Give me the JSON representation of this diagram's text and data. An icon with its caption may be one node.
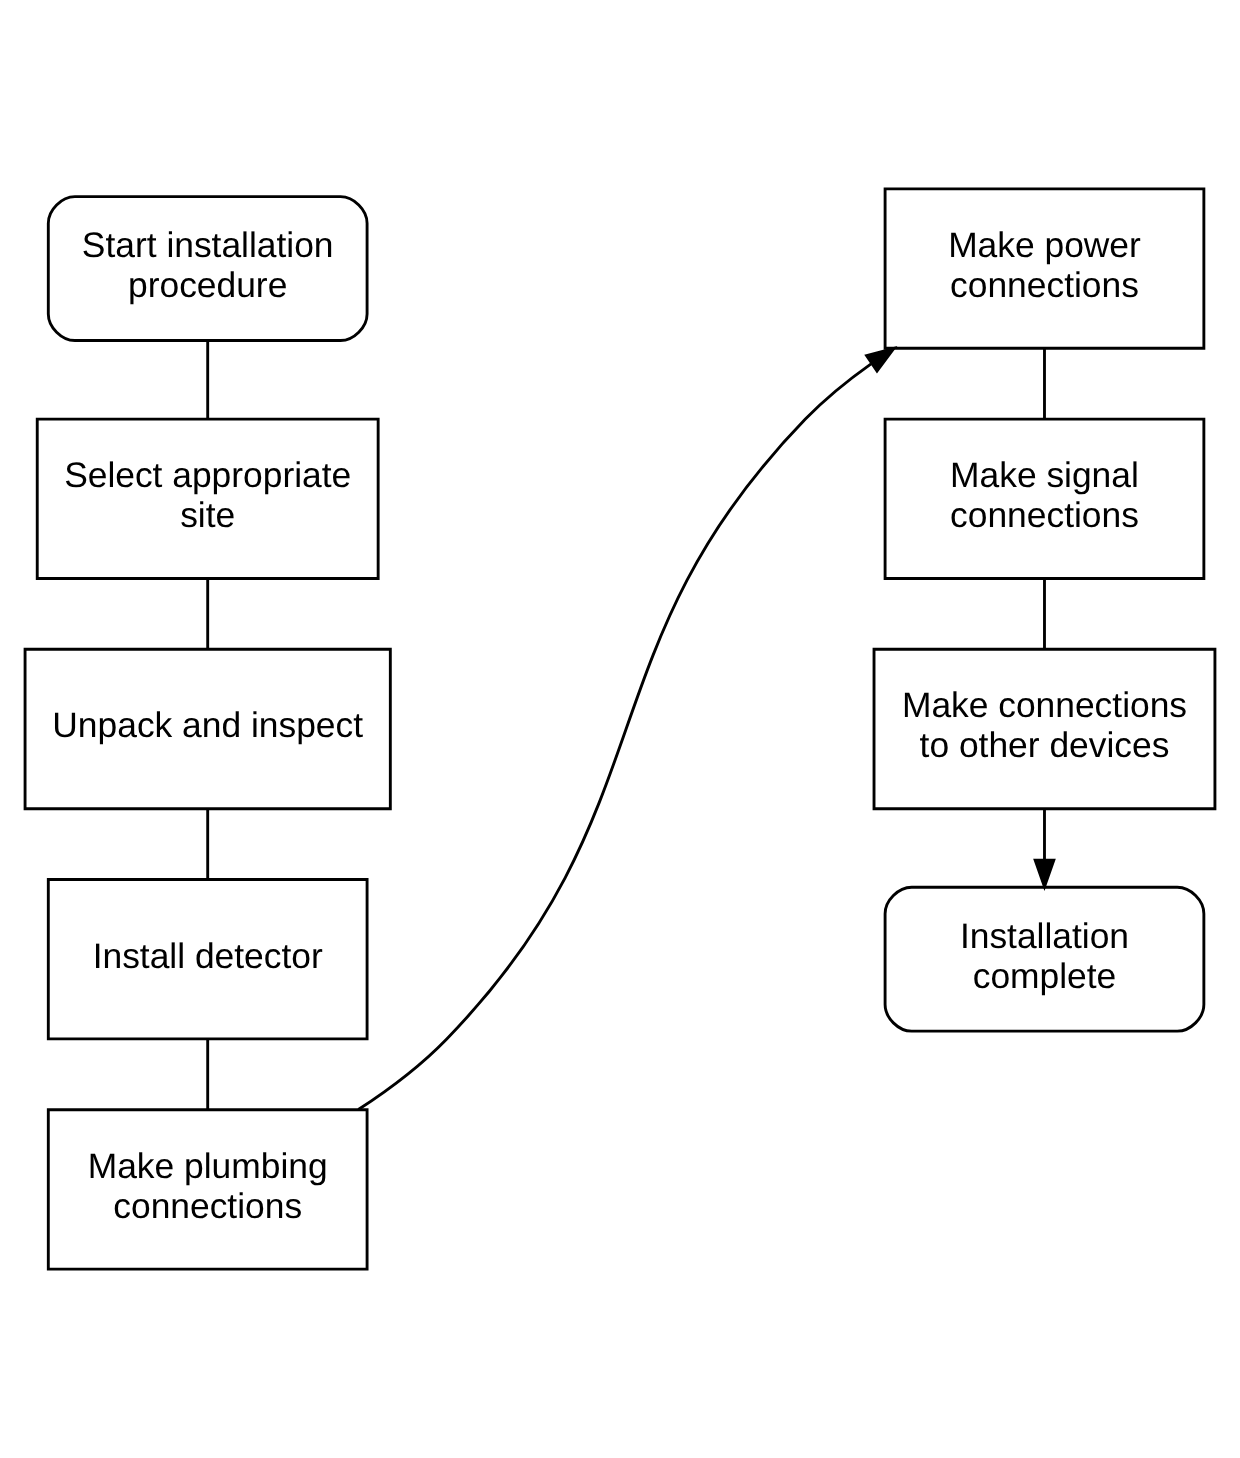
{
  "diagram": {
    "nodes": [
      {
        "text": [
          "Start installation procedure"
        ]
      },
      {
        "text": [
          "Select appropriate site"
        ]
      },
      {
        "text": [
          "Unpack and inspect"
        ]
      },
      {
        "text": [
          "Install detector"
        ]
      },
      {
        "text": [
          "Make plumbing connections"
        ]
      },
      {
        "text": [
          "Make power connections"
        ]
      },
      {
        "text": [
          "Make signal connections"
        ]
      },
      {
        "text": [
          "Make connections to other devices"
        ]
      },
      {
        "text": [
          "Installation complete"
        ]
      }
    ],
    "edges": [
      {
        "from": 0,
        "to": 1,
        "arrow": "none"
      },
      {
        "from": 1,
        "to": 2,
        "arrow": "none"
      },
      {
        "from": 2,
        "to": 3,
        "arrow": "none"
      },
      {
        "from": 3,
        "to": 4,
        "arrow": "none"
      },
      {
        "from": 4,
        "to": 5,
        "arrow": "to"
      },
      {
        "from": 5,
        "to": 6,
        "arrow": "none"
      },
      {
        "from": 6,
        "to": 7,
        "arrow": "none"
      },
      {
        "from": 7,
        "to": 8,
        "arrow": "to"
      }
    ]
  }
}
